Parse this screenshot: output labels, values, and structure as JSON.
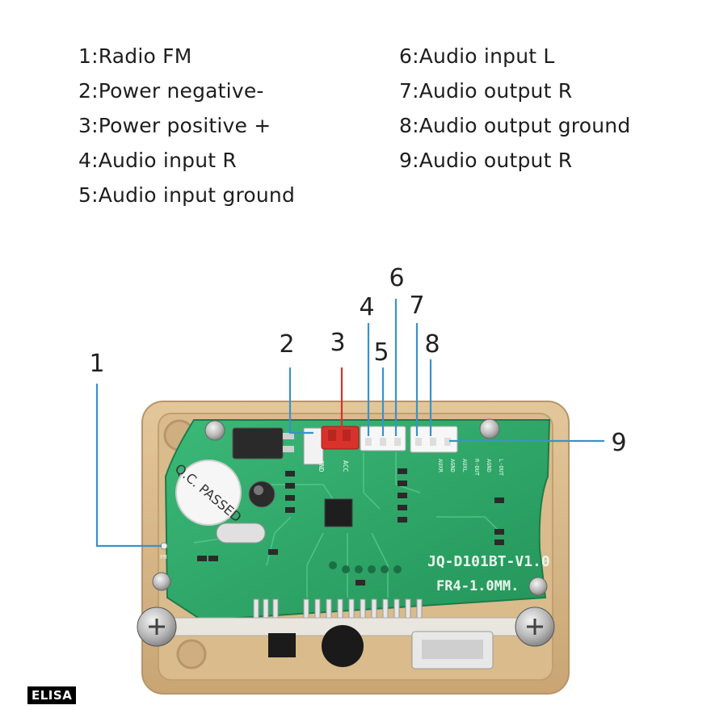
{
  "legend": {
    "left": [
      "1:Radio FM",
      "2:Power negative-",
      "3:Power positive +",
      "4:Audio input R",
      "5:Audio input ground"
    ],
    "right": [
      "6:Audio input L",
      "7:Audio output R",
      "8:Audio output ground",
      "9:Audio output R"
    ]
  },
  "callouts": [
    "1",
    "2",
    "3",
    "4",
    "5",
    "6",
    "7",
    "8",
    "9"
  ],
  "board": {
    "model_text": "JQ-D101BT-V1.0",
    "spec_text": "FR4-1.0MM.",
    "qc_label": "Q.C. PASSED",
    "silkscreen": [
      "GND",
      "ACC",
      "AUXR",
      "AGND",
      "AUXL",
      "R-OUT",
      "AGND",
      "L-OUT",
      "FM"
    ]
  },
  "colors": {
    "pcb": "#2fa86a",
    "case": "#d7b88a",
    "callout_line": "#3a92c8",
    "power_connector": "#d9312b"
  },
  "watermark": "ELISA"
}
